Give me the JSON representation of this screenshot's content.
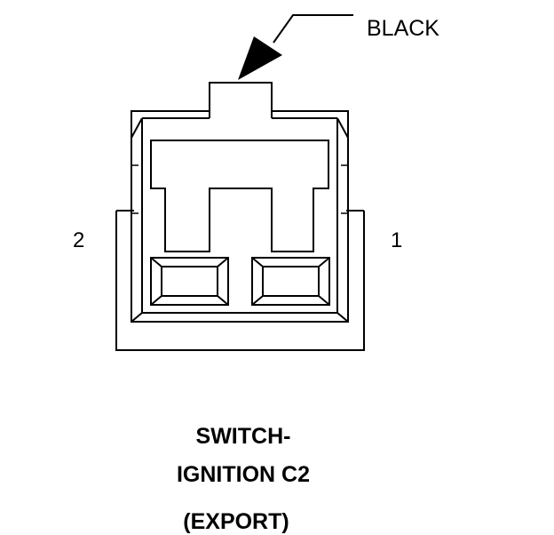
{
  "callout": {
    "wire_color_label": "BLACK"
  },
  "pins": [
    {
      "number": "2"
    },
    {
      "number": "1"
    }
  ],
  "caption": {
    "line1": "SWITCH-",
    "line2": "IGNITION C2",
    "line3": "(EXPORT)"
  },
  "colors": {
    "ink": "#000000",
    "background": "#ffffff"
  }
}
